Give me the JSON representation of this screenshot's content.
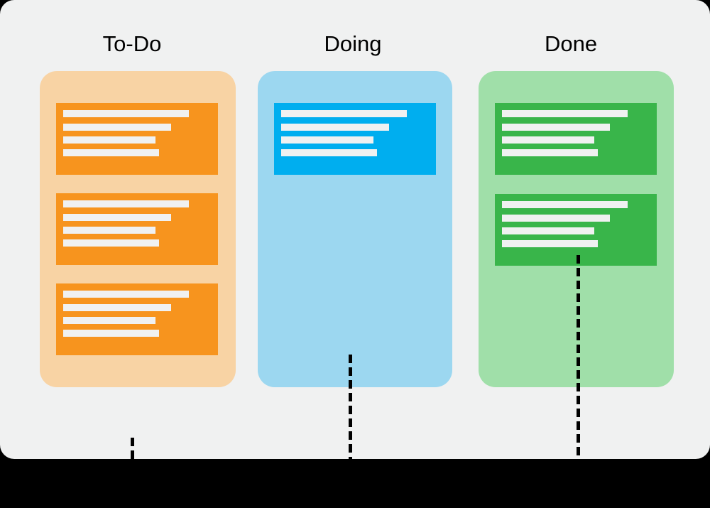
{
  "page": {
    "background_color": "#000000",
    "panel_color": "#F0F1F1",
    "text_color": "#000000",
    "placeholder_line_color": "#F0F1F1"
  },
  "board": {
    "columns": [
      {
        "id": "todo",
        "label": "To-Do",
        "column_color": "#F8D3A4",
        "card_color": "#F7941E",
        "card_count": 3,
        "cards": [
          {
            "type": "placeholder-card",
            "text_lines": 4
          },
          {
            "type": "placeholder-card",
            "text_lines": 4
          },
          {
            "type": "placeholder-card",
            "text_lines": 4
          }
        ],
        "connector": {
          "style": "dashed",
          "color": "#000000",
          "length": "short"
        }
      },
      {
        "id": "doing",
        "label": "Doing",
        "column_color": "#9CD7F0",
        "card_color": "#00AEEF",
        "card_count": 1,
        "cards": [
          {
            "type": "placeholder-card",
            "text_lines": 4
          }
        ],
        "connector": {
          "style": "dashed",
          "color": "#000000",
          "length": "medium"
        }
      },
      {
        "id": "done",
        "label": "Done",
        "column_color": "#A0DFA9",
        "card_color": "#39B54A",
        "card_count": 2,
        "cards": [
          {
            "type": "placeholder-card",
            "text_lines": 4
          },
          {
            "type": "placeholder-card",
            "text_lines": 4
          }
        ],
        "connector": {
          "style": "dashed",
          "color": "#000000",
          "length": "long"
        }
      }
    ]
  }
}
